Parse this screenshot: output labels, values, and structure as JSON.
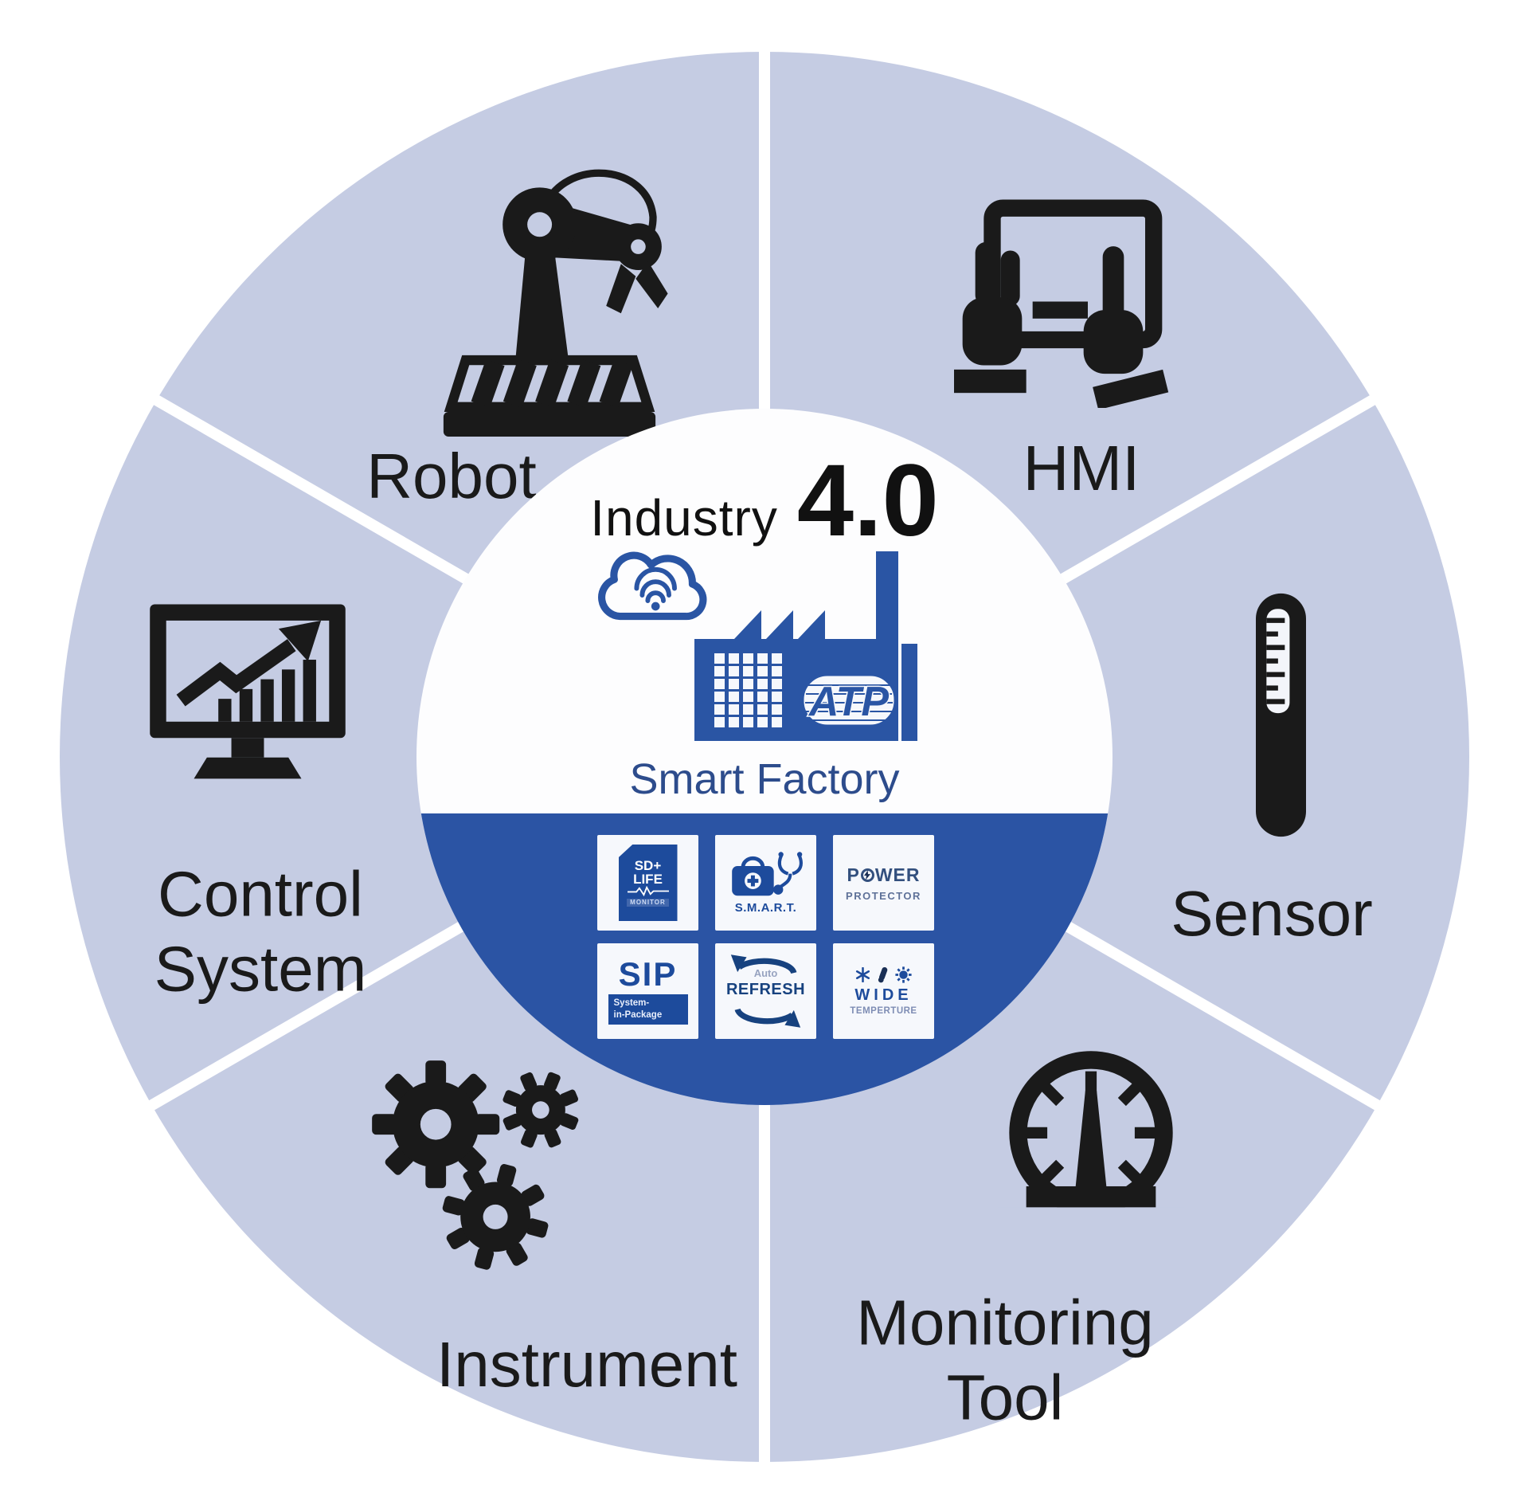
{
  "title": {
    "industry": "Industry",
    "version": "4.0"
  },
  "center": {
    "subtitle": "Smart Factory",
    "logo_text": "ATP"
  },
  "segments": [
    {
      "name": "robot",
      "label": "Robot"
    },
    {
      "name": "hmi",
      "label": "HMI"
    },
    {
      "name": "sensor",
      "label": "Sensor"
    },
    {
      "name": "monitoring-tool",
      "label": "Monitoring Tool"
    },
    {
      "name": "instrument",
      "label": "Instrument"
    },
    {
      "name": "control-system",
      "label": "Control System"
    }
  ],
  "features": [
    {
      "name": "sd-life-monitor",
      "line1": "SD+",
      "line2": "LIFE",
      "footer": "MONITOR"
    },
    {
      "name": "smart",
      "label": "S.M.A.R.T."
    },
    {
      "name": "power-protector",
      "word_start": "P",
      "word_end": "WER",
      "sub": "PROTECTOR"
    },
    {
      "name": "sip",
      "label": "SIP",
      "sub_line1": "System-",
      "sub_line2": "in-Package"
    },
    {
      "name": "auto-refresh",
      "pre": "Auto",
      "label": "REFRESH"
    },
    {
      "name": "wide-temperture",
      "label": "WIDE",
      "sub": "TEMPERTURE"
    }
  ],
  "colors": {
    "sector_fill": "#c5cce3",
    "divider": "#ffffff",
    "center_bottom_blue": "#2b54a4",
    "brand_blue": "#2a55a4",
    "badge_blue": "#1d4b9c",
    "subtitle_text": "#2d4c8c",
    "icon_black": "#1a1a1a"
  }
}
